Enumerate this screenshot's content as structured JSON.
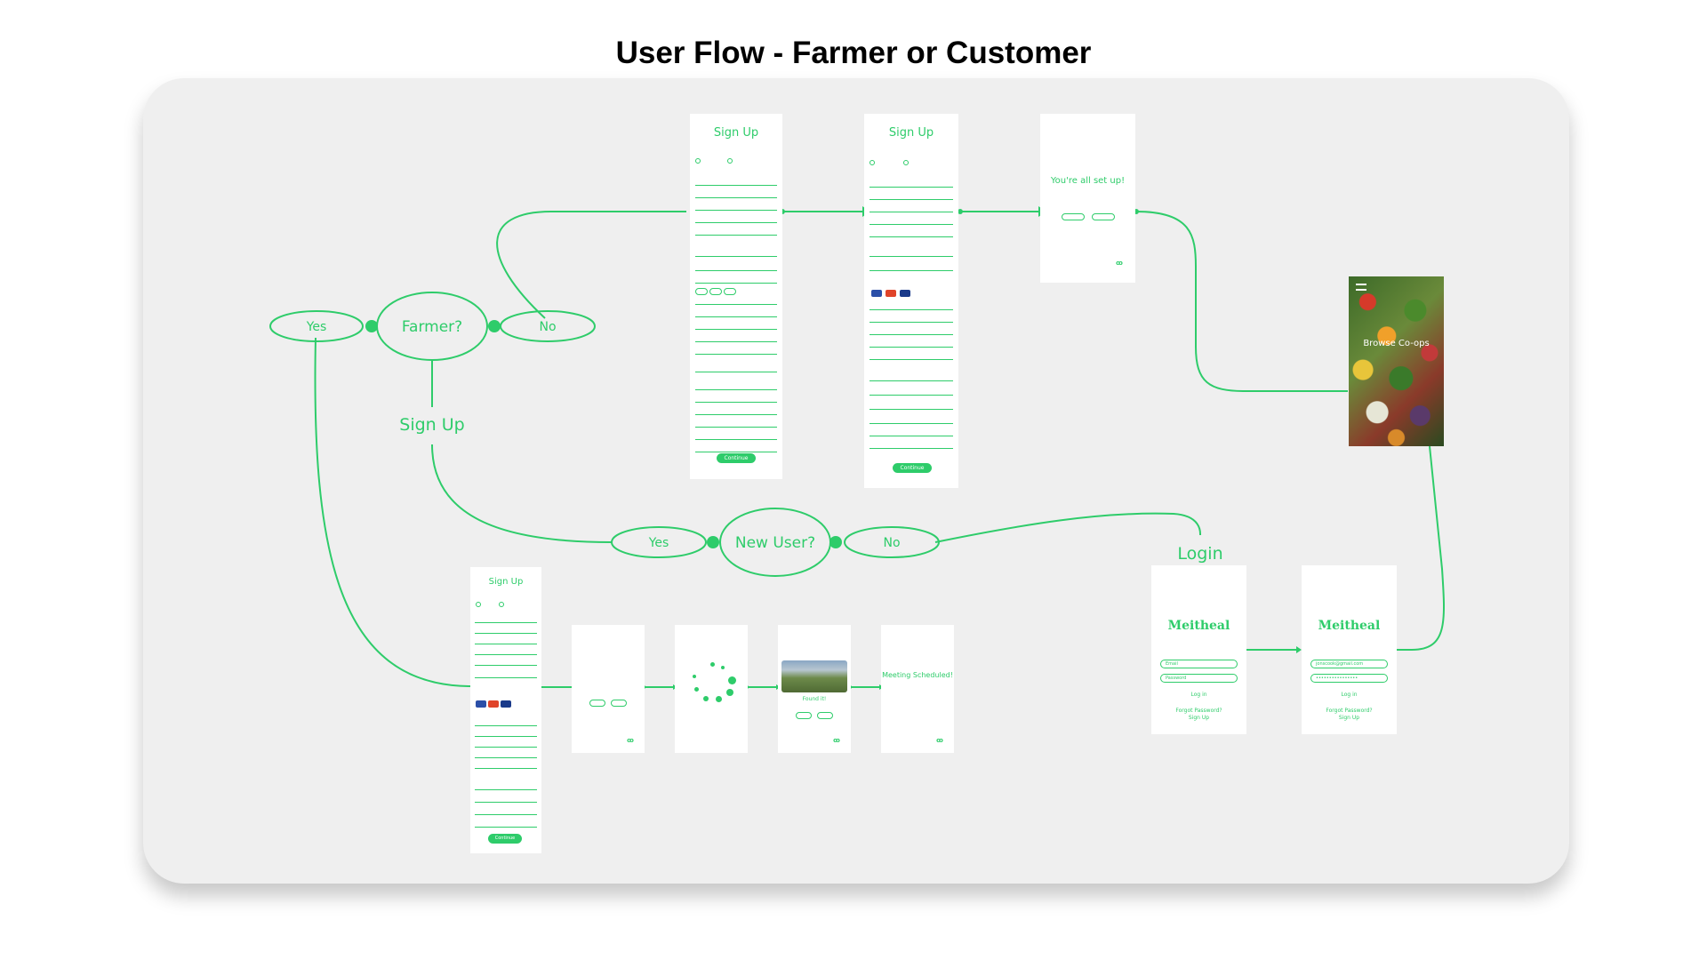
{
  "title": "User Flow - Farmer or Customer",
  "colors": {
    "accent": "#2ecc6a",
    "board": "#efefef",
    "title": "#000000"
  },
  "flow": {
    "farmer_question": "Farmer?",
    "farmer_yes": "Yes",
    "farmer_no": "No",
    "sign_up_label": "Sign Up",
    "new_user_question": "New User?",
    "new_user_yes": "Yes",
    "new_user_no": "No",
    "login_label": "Login"
  },
  "screens": {
    "signup_a": {
      "title": "Sign Up",
      "button": "Continue"
    },
    "signup_b": {
      "title": "Sign Up",
      "button": "Continue"
    },
    "setup": {
      "title": "You're all set up!"
    },
    "browse": {
      "title": "Browse Co-ops"
    },
    "signup_c": {
      "title": "Sign Up",
      "button": "Continue"
    },
    "found": {
      "caption": "Found it!"
    },
    "meeting": {
      "title": "Meeting Scheduled!"
    },
    "login_a": {
      "logo": "Meitheal",
      "email_placeholder": "Email",
      "password_placeholder": "Password",
      "login_link": "Log in",
      "forgot": "Forgot Password?",
      "signup_link": "Sign Up"
    },
    "login_b": {
      "logo": "Meitheal",
      "email_value": "jonscook@gmail.com",
      "password_value": "••••••••••••••••",
      "login_link": "Log in",
      "forgot": "Forgot Password?",
      "signup_link": "Sign Up"
    }
  }
}
